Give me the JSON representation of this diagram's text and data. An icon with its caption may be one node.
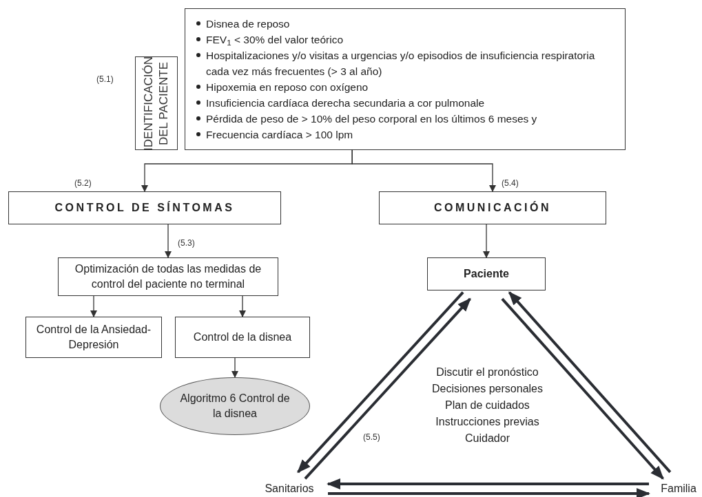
{
  "diagram": {
    "nodes": [
      {
        "text": [
          "IDENTIFICACIÓN DEL PACIENTE"
        ]
      },
      {
        "text": [
          "Disnea de reposo",
          "FEV$_{1}$ < 30% del valor teórico",
          "Hospitalizaciones y/o visitas a urgencias y/o episodios de insuficiencia respiratoria cada vez más frecuentes (> 3 al año)",
          "Hipoxemia en reposo con oxígeno",
          "Insuficiencia cardíaca derecha secundaria a cor pulmonale",
          "Pérdida de peso de > 10% del peso corporal en los últimos 6 meses y",
          "Frecuencia cardíaca > 100 lpm"
        ]
      },
      {
        "text": [
          "CONTROL DE SÍNTOMAS"
        ]
      },
      {
        "text": [
          "COMUNICACIÓN"
        ]
      },
      {
        "text": [
          "Optimización de todas las medidas de control del paciente no terminal"
        ]
      },
      {
        "text": [
          "Control de la Ansiedad-Depresión"
        ]
      },
      {
        "text": [
          "Control de la disnea"
        ]
      },
      {
        "text": [
          "Algoritmo 6 Control de la disnea"
        ]
      },
      {
        "text": [
          "Paciente"
        ]
      },
      {
        "text": [
          "Sanitarios"
        ]
      },
      {
        "text": [
          "Familia"
        ]
      }
    ],
    "edges": [
      {
        "from": 1,
        "to": 2,
        "arrow": "to"
      },
      {
        "from": 1,
        "to": 3,
        "arrow": "to"
      },
      {
        "from": 2,
        "to": 4,
        "arrow": "to"
      },
      {
        "from": 4,
        "to": 5,
        "arrow": "to"
      },
      {
        "from": 4,
        "to": 6,
        "arrow": "to"
      },
      {
        "from": 6,
        "to": 7,
        "arrow": "to"
      },
      {
        "from": 3,
        "to": 8,
        "arrow": "to"
      },
      {
        "from": 9,
        "to": 8,
        "arrow": "to",
        "style": "thick"
      },
      {
        "from": 8,
        "to": 9,
        "arrow": "to",
        "style": "thick"
      },
      {
        "from": 8,
        "to": 10,
        "arrow": "to",
        "style": "thick"
      },
      {
        "from": 10,
        "to": 8,
        "arrow": "to",
        "style": "thick"
      },
      {
        "from": 9,
        "to": 10,
        "arrow": "to",
        "style": "thick"
      },
      {
        "from": 10,
        "to": 9,
        "arrow": "to",
        "style": "thick"
      }
    ],
    "labels": [
      "(5.1)",
      "(5.2)",
      "(5.4)",
      "(5.3)",
      "Discutir el pronóstico",
      "Decisiones personales",
      "Plan de cuidados",
      "Instrucciones previas",
      "Cuidador",
      "(5.5)"
    ]
  }
}
